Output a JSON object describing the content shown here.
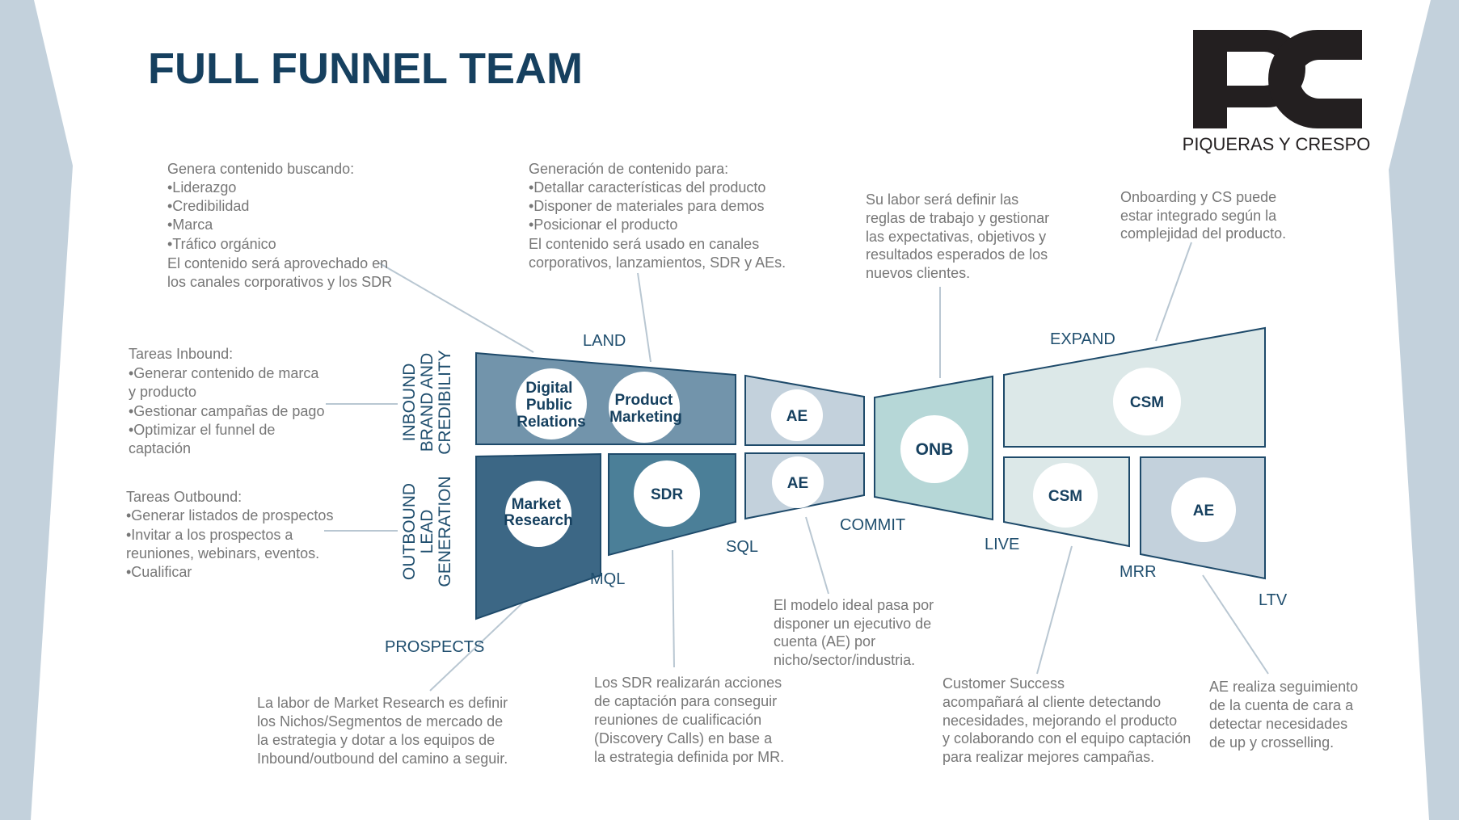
{
  "title": "FULL FUNNEL TEAM",
  "brand": {
    "name": "PIQUERAS Y CRESPO",
    "colors": {
      "navy": "#16405f",
      "logo": "#231f20",
      "side": "#c3d1dc"
    }
  },
  "lanes": {
    "inbound": [
      "INBOUND",
      "BRAND AND",
      "CREDIBILITY"
    ],
    "outbound": [
      "OUTBOUND",
      "LEAD",
      "GENERATION"
    ]
  },
  "stages": {
    "land": "LAND",
    "prospects": "PROSPECTS",
    "mql": "MQL",
    "sql": "SQL",
    "commit": "COMMIT",
    "live": "LIVE",
    "expand": "EXPAND",
    "mrr": "MRR",
    "ltv": "LTV"
  },
  "nodes": {
    "digital_pr": [
      "Digital",
      "Public",
      "Relations"
    ],
    "product_marketing": [
      "Product",
      "Marketing"
    ],
    "ae_top": "AE",
    "market_research": [
      "Market",
      "Research"
    ],
    "sdr": "SDR",
    "ae_bottom": "AE",
    "onb": "ONB",
    "csm_expand": "CSM",
    "csm_live": "CSM",
    "ae_mrr": "AE"
  },
  "descriptions": {
    "brand_content": [
      "Genera contenido buscando:",
      "•Liderazgo",
      "•Credibilidad",
      "•Marca",
      "•Tráfico orgánico",
      "El contenido será aprovechado en",
      "los canales corporativos y los SDR"
    ],
    "product_content": [
      "Generación de contenido para:",
      "•Detallar características del producto",
      "•Disponer de materiales para demos",
      "•Posicionar el producto",
      "El contenido será usado en canales",
      "corporativos, lanzamientos, SDR y AEs."
    ],
    "onb": [
      "Su labor será definir las",
      "reglas de trabajo y gestionar",
      "las expectativas, objetivos y",
      "resultados esperados de los",
      "nuevos clientes."
    ],
    "expand": [
      "Onboarding y CS puede",
      "estar integrado según la",
      "complejidad del producto."
    ],
    "inbound": [
      "Tareas Inbound:",
      "•Generar contenido de marca",
      "  y producto",
      "•Gestionar campañas de pago",
      "•Optimizar el funnel de",
      "  captación"
    ],
    "outbound": [
      "Tareas Outbound:",
      "•Generar listados de prospectos",
      "•Invitar a los prospectos a",
      "  reuniones, webinars, eventos.",
      "•Cualificar"
    ],
    "ae_model": [
      "El modelo ideal pasa por",
      "disponer un ejecutivo de",
      "cuenta (AE) por",
      "nicho/sector/industria."
    ],
    "market_research": [
      "La labor de Market Research es definir",
      "los Nichos/Segmentos de mercado de",
      "la estrategia y dotar a los equipos de",
      "Inbound/outbound del camino a seguir."
    ],
    "sdr": [
      "Los SDR realizarán acciones",
      "de captación para conseguir",
      "reuniones de cualificación",
      "(Discovery Calls) en base a",
      "la estrategia definida por MR."
    ],
    "customer_success": [
      "Customer Success",
      "acompañará al cliente detectando",
      "necesidades, mejorando el producto",
      "y colaborando con el equipo captación",
      "para realizar mejores campañas."
    ],
    "ae_followup": [
      "AE realiza seguimiento",
      "de la cuenta de cara a",
      "detectar necesidades",
      "de up y crosselling."
    ]
  }
}
